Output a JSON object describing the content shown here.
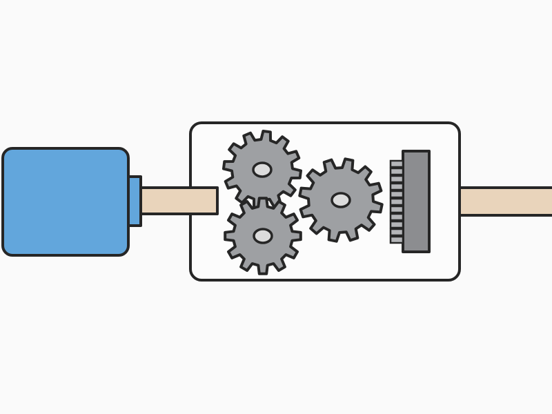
{
  "diagram": {
    "subject": "",
    "components": [
      {
        "id": "motor",
        "icon": "electric-motor"
      },
      {
        "id": "motor-coupling",
        "icon": "coupling"
      },
      {
        "id": "input-shaft",
        "icon": "shaft"
      },
      {
        "id": "gearbox-housing",
        "icon": "housing"
      },
      {
        "id": "gear-upper-left",
        "icon": "spur-gear",
        "teeth": 12
      },
      {
        "id": "gear-lower-left",
        "icon": "spur-gear",
        "teeth": 12
      },
      {
        "id": "gear-right",
        "icon": "spur-gear",
        "teeth": 12
      },
      {
        "id": "ratchet-wheel",
        "icon": "toothed-plate"
      },
      {
        "id": "output-shaft",
        "icon": "shaft"
      }
    ]
  },
  "colors": {
    "background": "#fafafa",
    "outline": "#262626",
    "motor": "#62a6dc",
    "shaft": "#e9d4bb",
    "gear": "#9ea0a3",
    "gear_hole": "#dcdcdc",
    "plate": "#8c8d90",
    "plate_teeth": "#b4b5b8",
    "housing_fill": "#fcfcfc"
  }
}
